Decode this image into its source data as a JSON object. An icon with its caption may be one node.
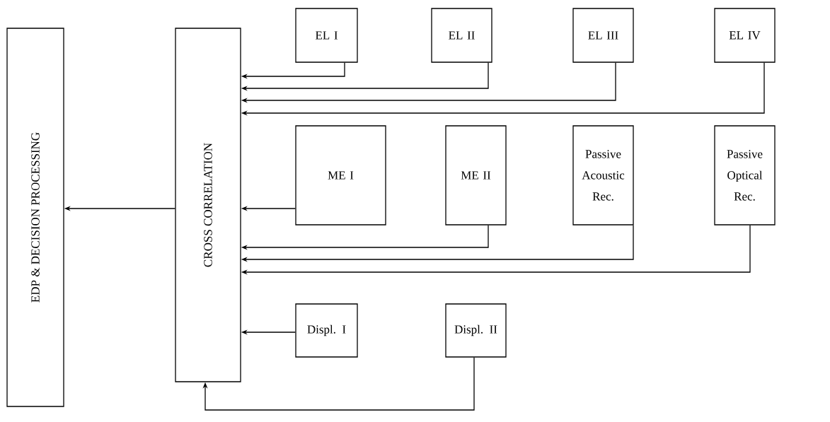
{
  "diagram": {
    "nodes": [
      {
        "text": [
          "EDP & DECISION PROCESSING"
        ]
      },
      {
        "text": [
          "CROSS CORRELATION"
        ]
      },
      {
        "text": [
          "EL I"
        ]
      },
      {
        "text": [
          "EL II"
        ]
      },
      {
        "text": [
          "EL III"
        ]
      },
      {
        "text": [
          "EL IV"
        ]
      },
      {
        "text": [
          "ME I"
        ]
      },
      {
        "text": [
          "ME II"
        ]
      },
      {
        "text": [
          "Passive Acoustic Rec."
        ]
      },
      {
        "text": [
          "Passive Optical Rec."
        ]
      },
      {
        "text": [
          "Displ. I"
        ]
      },
      {
        "text": [
          "Displ. II"
        ]
      }
    ],
    "edges": [
      {
        "from": 1,
        "to": 0,
        "arrow": "to"
      },
      {
        "from": 2,
        "to": 1,
        "arrow": "to"
      },
      {
        "from": 3,
        "to": 1,
        "arrow": "to"
      },
      {
        "from": 4,
        "to": 1,
        "arrow": "to"
      },
      {
        "from": 5,
        "to": 1,
        "arrow": "to"
      },
      {
        "from": 6,
        "to": 1,
        "arrow": "to"
      },
      {
        "from": 7,
        "to": 1,
        "arrow": "to"
      },
      {
        "from": 8,
        "to": 1,
        "arrow": "to"
      },
      {
        "from": 9,
        "to": 1,
        "arrow": "to"
      },
      {
        "from": 10,
        "to": 1,
        "arrow": "to"
      },
      {
        "from": 11,
        "to": 1,
        "arrow": "to"
      }
    ]
  }
}
